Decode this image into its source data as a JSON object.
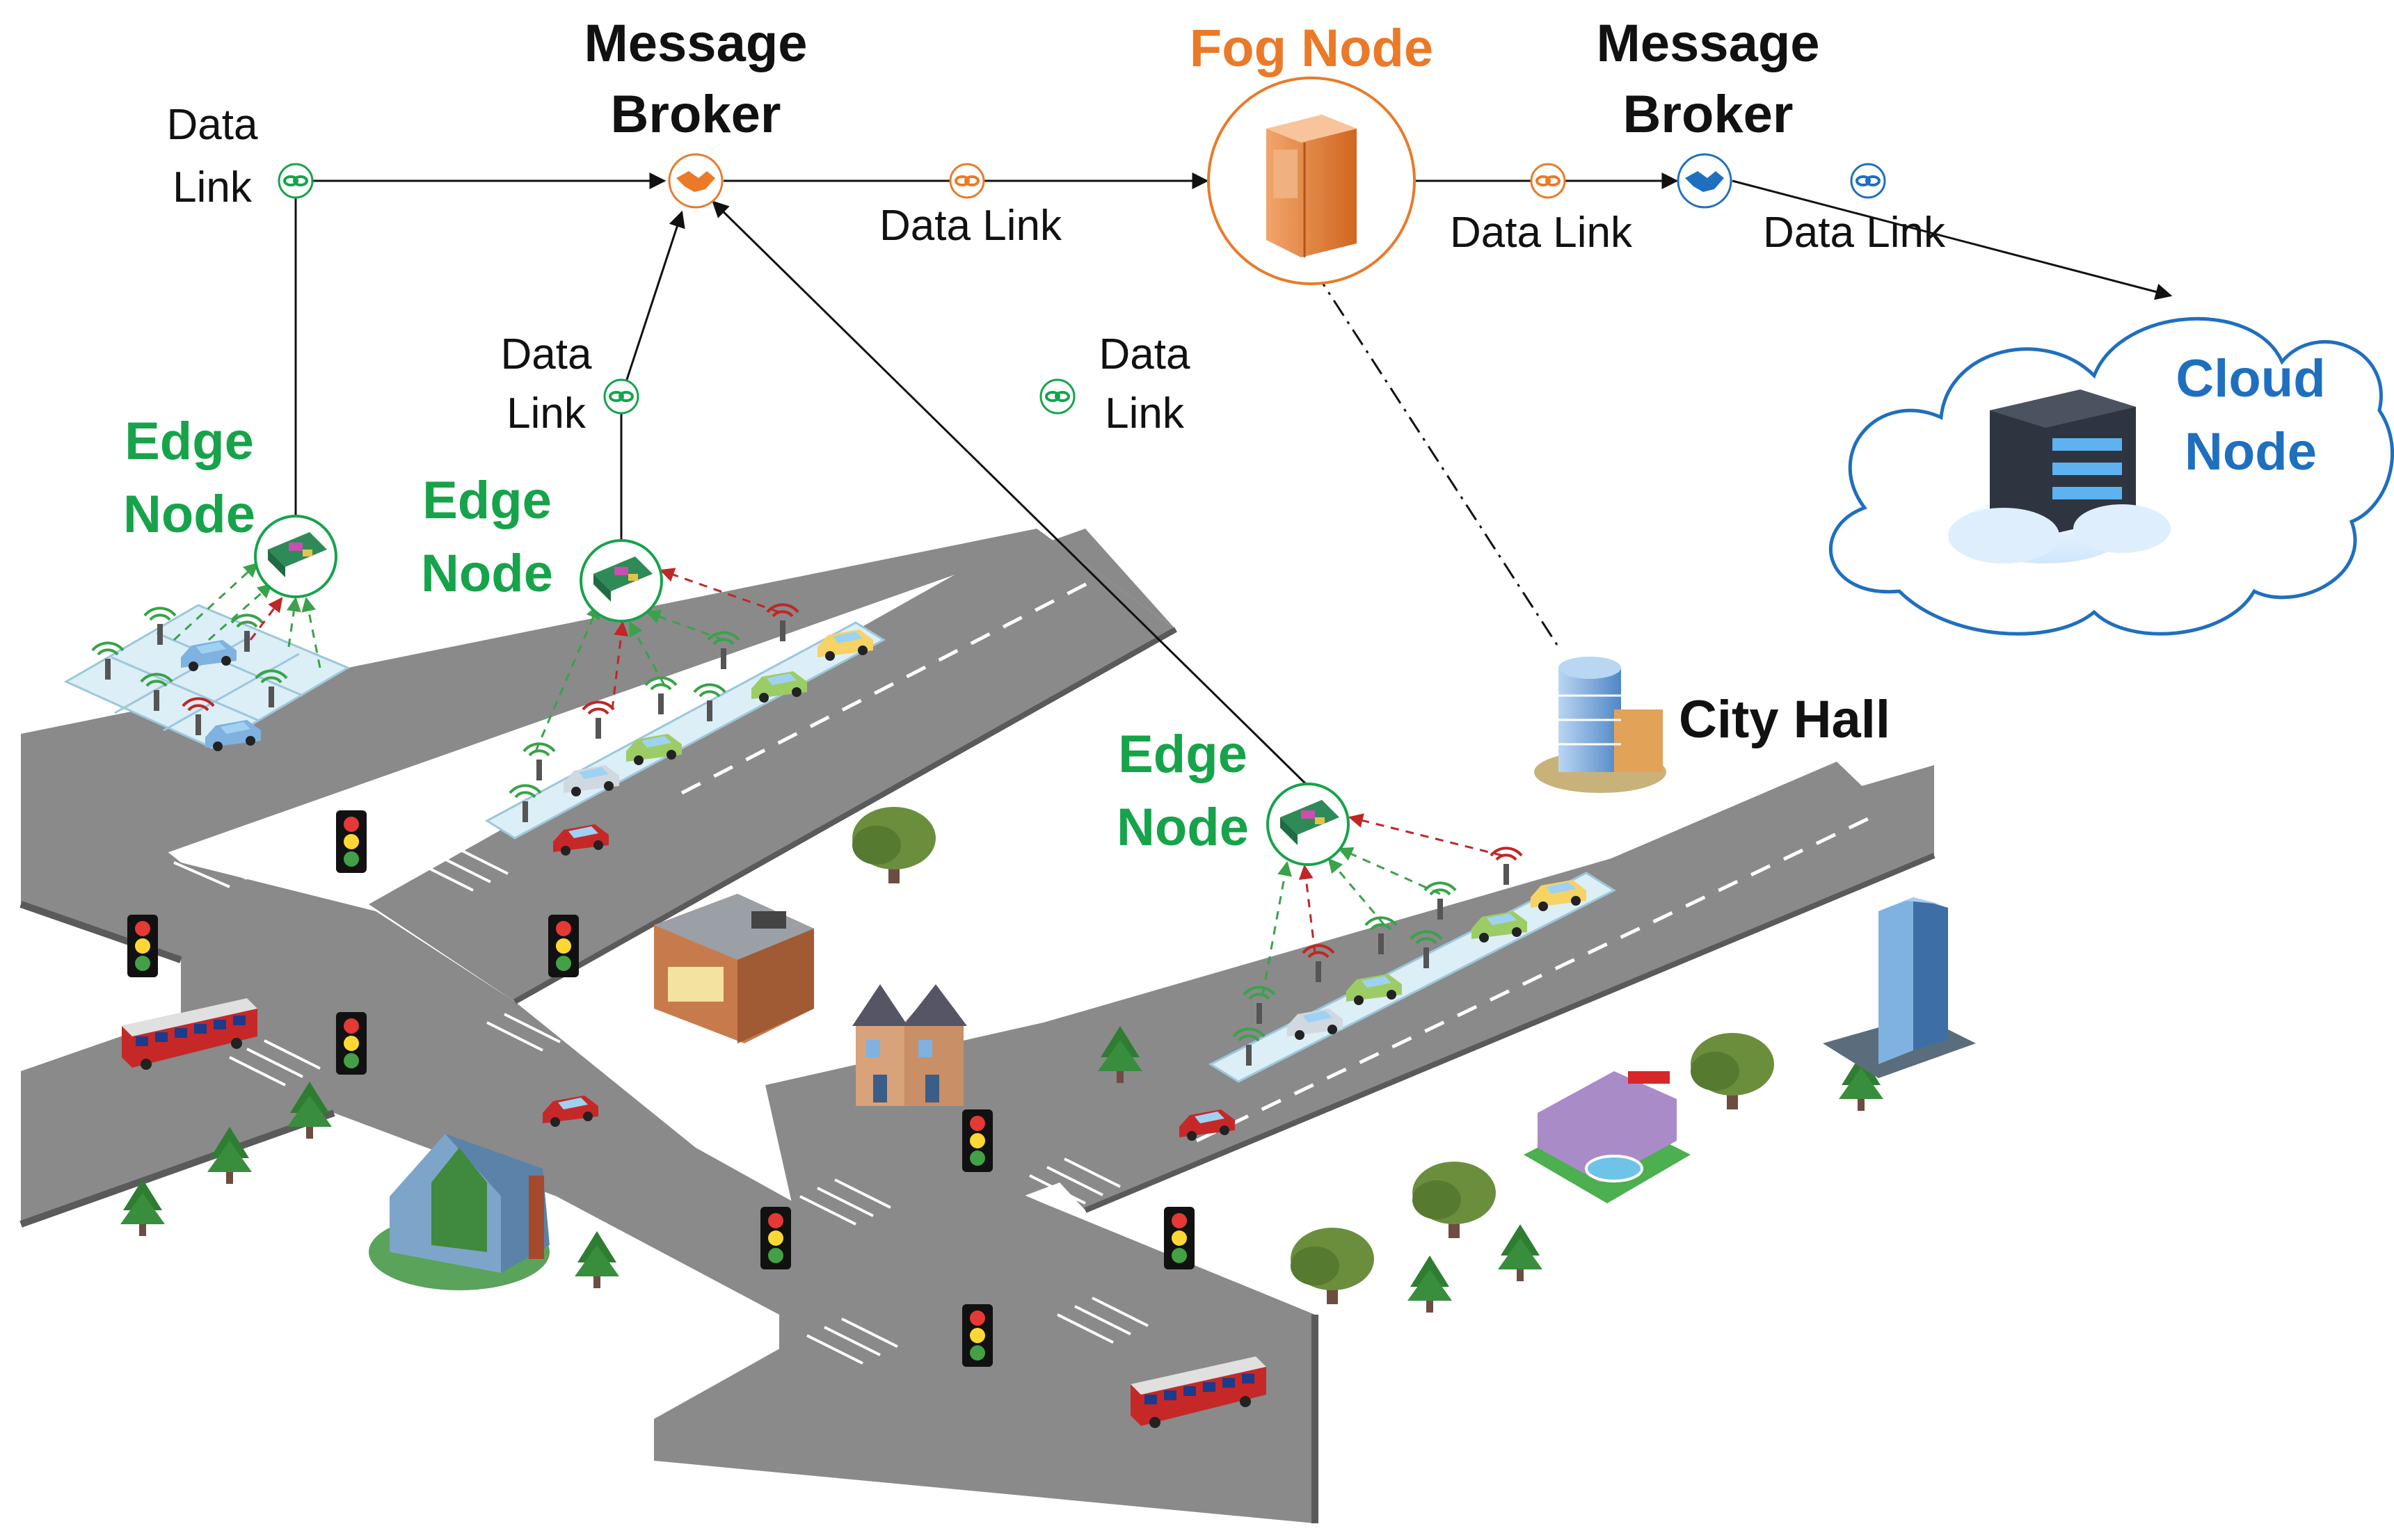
{
  "labels": {
    "data_link": "Data",
    "link": "Link",
    "data_link_inline": "Data Link",
    "message": "Message",
    "broker": "Broker",
    "fog_node": "Fog Node",
    "cloud": "Cloud",
    "node": "Node",
    "edge": "Edge",
    "city_hall": "City Hall"
  },
  "colors": {
    "edge_green": "#16a34a",
    "fog_orange": "#ea7a27",
    "cloud_blue": "#1f6fbf",
    "road": "#8a8a8a",
    "road_dark": "#6b6b6b",
    "road_side": "#5a5a5a",
    "sensor_strip": "#dceef6",
    "link_green_arrow": "#3aa24a",
    "link_red_arrow": "#c02626",
    "black": "#111111"
  },
  "icons": {
    "data_link_icon": "chain-link-icon",
    "broker_icon": "handshake-icon",
    "fog_icon": "server-tower-icon",
    "cloud_icon": "cloud-server-icon",
    "edge_icon": "circuit-board-icon",
    "sensor_icon": "wireless-sensor-icon",
    "traffic_icon": "traffic-light-icon",
    "tree_icon": "tree-icon",
    "car_icon": "car-icon",
    "bus_icon": "bus-icon",
    "building_icon": "building-icon"
  }
}
